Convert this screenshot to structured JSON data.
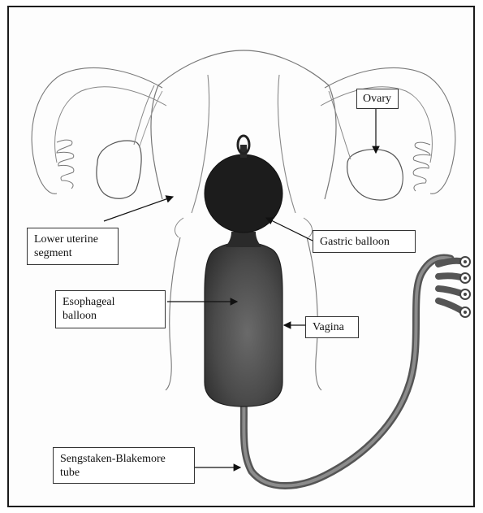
{
  "labels": {
    "ovary": "Ovary",
    "lower_uterine_segment": [
      "Lower uterine",
      "segment"
    ],
    "gastric_balloon": "Gastric balloon",
    "esophageal_balloon": [
      "Esophageal",
      "balloon"
    ],
    "vagina": "Vagina",
    "sb_tube": [
      "Sengstaken-Blakemore",
      "tube"
    ]
  }
}
